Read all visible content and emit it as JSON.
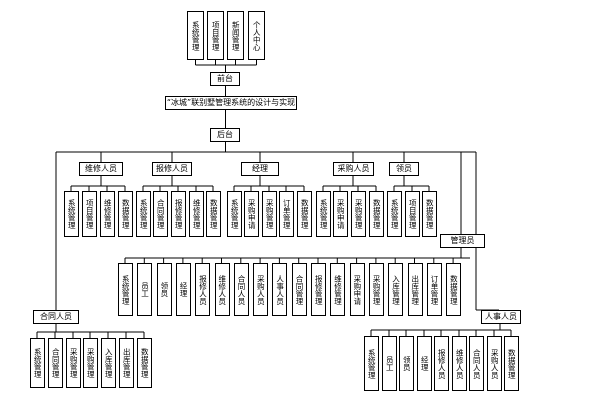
{
  "diagram": {
    "top_modules": [
      "系统管理",
      "项目管理",
      "新闻管理",
      "个人中心"
    ],
    "front": "前台",
    "title": "“冰城”联别墅管理系统的设计与实现",
    "back": "后台",
    "roles": {
      "maint": {
        "label": "维修人员",
        "items": [
          "系统管理",
          "项目管理",
          "维修管理",
          "数据管理"
        ]
      },
      "report": {
        "label": "报修人员",
        "items": [
          "系统管理",
          "合同管理",
          "报修管理",
          "维修管理",
          "数据管理"
        ]
      },
      "manager": {
        "label": "经理",
        "items": [
          "系统管理",
          "采购申请",
          "采购管理",
          "订单管理",
          "数据管理"
        ]
      },
      "purchase": {
        "label": "采购人员",
        "items": [
          "系统管理",
          "采购申请",
          "采购管理",
          "数据管理"
        ]
      },
      "worker": {
        "label": "领员",
        "items": [
          "系统管理",
          "项目管理",
          "数据管理"
        ]
      },
      "admin": {
        "label": "管理员",
        "items": [
          "系统管理",
          "员工",
          "领员",
          "经理",
          "报修人员",
          "维修人员",
          "合同人员",
          "采购人员",
          "人事人员",
          "合同管理",
          "报修管理",
          "维修管理",
          "采购申请",
          "采购管理",
          "入库管理",
          "出库管理",
          "订单管理",
          "数据管理"
        ]
      },
      "contract": {
        "label": "合同人员",
        "items": [
          "系统管理",
          "合同管理",
          "采购管理",
          "采购管理",
          "入库管理",
          "出库管理",
          "数据管理"
        ]
      },
      "hr": {
        "label": "人事人员",
        "items": [
          "系统管理",
          "员工",
          "领员",
          "经理",
          "报修人员",
          "维修人员",
          "合同人员",
          "采购人员",
          "数据管理"
        ]
      }
    }
  }
}
